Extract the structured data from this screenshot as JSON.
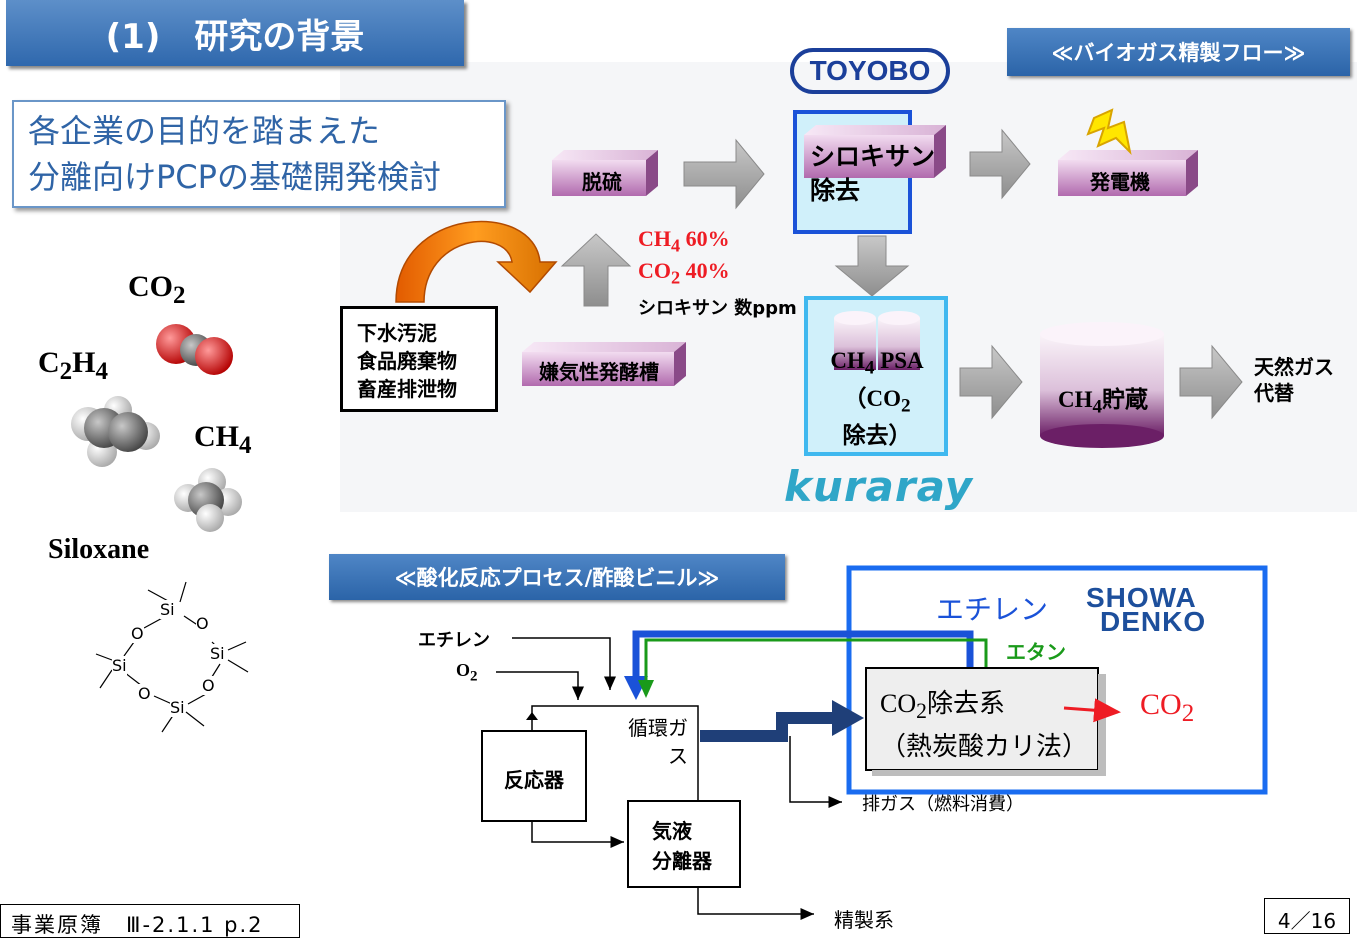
{
  "title": "(1)　研究の背景",
  "purpose": {
    "line1": "各企業の目的を踏まえた",
    "line2": "分離向けPCPの基礎開発検討"
  },
  "molecules": {
    "co2": "CO",
    "co2_sub": "2",
    "c2h4_a": "C",
    "c2h4_a_sub": "2",
    "c2h4_b": "H",
    "c2h4_b_sub": "4",
    "ch4": "CH",
    "ch4_sub": "4",
    "siloxane": "Siloxane",
    "si": "Si",
    "o": "O"
  },
  "biogas": {
    "banner": "≪バイオガス精製フロー≫",
    "toyobo": "TOYOBO",
    "kuraray": "kuraray",
    "desulfur": "脱硫",
    "siloxane_line1": "シロキサン",
    "siloxane_line2": "除去",
    "generator": "発電機",
    "sources": [
      "下水汚泥",
      "食品廃棄物",
      "畜産排泄物"
    ],
    "ferment": "嫌気性発酵槽",
    "comp_ch4": "CH",
    "comp_ch4_sub": "4",
    "comp_ch4_val": " 60%",
    "comp_co2": "CO",
    "comp_co2_sub": "2",
    "comp_co2_val": " 40%",
    "comp_silox": "シロキサン 数ppm",
    "psa_line1a": "CH",
    "psa_line1_sub": "4",
    "psa_line1b": " PSA",
    "psa_line2a": "（CO",
    "psa_line2_sub": "2",
    "psa_line2b": "除去）",
    "storage_a": "CH",
    "storage_sub": "4",
    "storage_b": "貯蔵",
    "natgas_line1": "天然ガス",
    "natgas_line2": "代替"
  },
  "process": {
    "banner": "≪酸化反応プロセス/酢酸ビニル≫",
    "showa_line1": "SHOWA",
    "showa_line2": "DENKO",
    "ethylene_blue": "エチレン",
    "ethane": "エタン",
    "input_ethylene": "エチレン",
    "input_o2": "O",
    "input_o2_sub": "2",
    "reactor": "反応器",
    "recycle_line1": "循環ガ",
    "recycle_line2": "ス",
    "separator_line1": "気液",
    "separator_line2": "分離器",
    "co2_removal_a": "CO",
    "co2_removal_sub": "2",
    "co2_removal_b": "除去系",
    "co2_removal_line2": "（熱炭酸カリ法）",
    "co2_out": "CO",
    "co2_out_sub": "2",
    "exhaust": "排ガス（燃料消費）",
    "refine": "精製系"
  },
  "footer": {
    "page_ref": "事業原簿　Ⅲ-2.1.1 p.2",
    "page_num": "4／16"
  },
  "colors": {
    "banner_blue": "#2f68ad",
    "red": "#ee1c24",
    "magenta": "#8e2a86",
    "cyan_box": "#3fb8ef",
    "blue_box": "#1a52d8",
    "green": "#1a9a1a"
  }
}
